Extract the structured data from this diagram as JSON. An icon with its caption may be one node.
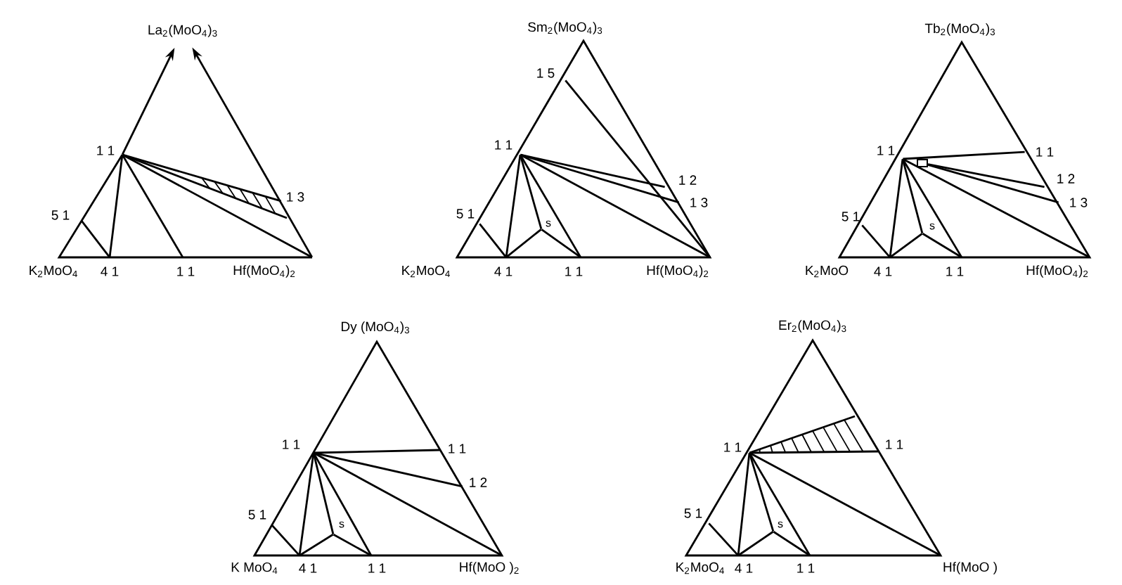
{
  "diagram": {
    "nodes": [
      {
        "text": [
          "La$_{2}$(MoO$_{4}$)$_{3}$"
        ]
      },
      {
        "text": [
          "1 1"
        ]
      },
      {
        "text": [
          "5 1"
        ]
      },
      {
        "text": [
          "1 3"
        ]
      },
      {
        "text": [
          "K$_{2}$MoO$_{4}$"
        ]
      },
      {
        "text": [
          "4 1"
        ]
      },
      {
        "text": [
          "1 1"
        ]
      },
      {
        "text": [
          "Hf(MoO$_{4}$)$_{2}$"
        ]
      },
      {
        "text": [
          "Sm$_{2}$(MoO$_{4}$)$_{3}$"
        ]
      },
      {
        "text": [
          "1 5"
        ]
      },
      {
        "text": [
          "1 1"
        ]
      },
      {
        "text": [
          "1 2"
        ]
      },
      {
        "text": [
          "1 3"
        ]
      },
      {
        "text": [
          "5 1"
        ]
      },
      {
        "text": [
          "s"
        ]
      },
      {
        "text": [
          "K$_{2}$MoO$_{4}$"
        ]
      },
      {
        "text": [
          "4 1"
        ]
      },
      {
        "text": [
          "1 1"
        ]
      },
      {
        "text": [
          "Hf(MoO$_{4}$)$_{2}$"
        ]
      },
      {
        "text": [
          "Tb$_{2}$(MoO$_{4}$)$_{3}$"
        ]
      },
      {
        "text": [
          "1 1"
        ]
      },
      {
        "text": [
          "1 1"
        ]
      },
      {
        "text": [
          "1 2"
        ]
      },
      {
        "text": [
          "1 3"
        ]
      },
      {
        "text": [
          "5 1"
        ]
      },
      {
        "text": [
          "s"
        ]
      },
      {
        "text": [
          "K$_{2}$MoO"
        ]
      },
      {
        "text": [
          "4 1"
        ]
      },
      {
        "text": [
          "1 1"
        ]
      },
      {
        "text": [
          "Hf(MoO$_{4}$)$_{2}$"
        ]
      },
      {
        "text": [
          "Dy (MoO$_{4}$)$_{3}$"
        ]
      },
      {
        "text": [
          "1 1"
        ]
      },
      {
        "text": [
          "1 1"
        ]
      },
      {
        "text": [
          "1 2"
        ]
      },
      {
        "text": [
          "5 1"
        ]
      },
      {
        "text": [
          "s"
        ]
      },
      {
        "text": [
          "K MoO$_{4}$"
        ]
      },
      {
        "text": [
          "4 1"
        ]
      },
      {
        "text": [
          "1 1"
        ]
      },
      {
        "text": [
          "Hf(MoO )$_{2}$"
        ]
      },
      {
        "text": [
          "Er$_{2}$(MoO$_{4}$)$_{3}$"
        ]
      },
      {
        "text": [
          "1 1"
        ]
      },
      {
        "text": [
          "1 1"
        ]
      },
      {
        "text": [
          "5 1"
        ]
      },
      {
        "text": [
          "s"
        ]
      },
      {
        "text": [
          "K$_{2}$MoO$_{4}$"
        ]
      },
      {
        "text": [
          "4 1"
        ]
      },
      {
        "text": [
          "1 1"
        ]
      },
      {
        "text": [
          "Hf(MoO )"
        ]
      },
      {
        "text": [],
        "shape": "box"
      }
    ],
    "edges": [
      {
        "from": 1,
        "to": 0,
        "arrow": "to"
      },
      {
        "from": 7,
        "to": 0,
        "arrow": "to"
      },
      {
        "from": 2,
        "to": 5,
        "arrow": "none"
      },
      {
        "from": 1,
        "to": 5,
        "arrow": "none"
      },
      {
        "from": 1,
        "to": 6,
        "arrow": "none"
      },
      {
        "from": 1,
        "to": 7,
        "arrow": "none"
      },
      {
        "from": 1,
        "to": 3,
        "arrow": "none"
      },
      {
        "from": 13,
        "to": 16,
        "arrow": "none"
      },
      {
        "from": 10,
        "to": 16,
        "arrow": "none"
      },
      {
        "from": 16,
        "to": 14,
        "arrow": "none"
      },
      {
        "from": 14,
        "to": 17,
        "arrow": "none"
      },
      {
        "from": 10,
        "to": 14,
        "arrow": "none"
      },
      {
        "from": 10,
        "to": 17,
        "arrow": "none"
      },
      {
        "from": 10,
        "to": 18,
        "arrow": "none"
      },
      {
        "from": 10,
        "to": 11,
        "arrow": "none"
      },
      {
        "from": 10,
        "to": 12,
        "arrow": "none"
      },
      {
        "from": 9,
        "to": 18,
        "arrow": "none"
      },
      {
        "from": 24,
        "to": 27,
        "arrow": "none"
      },
      {
        "from": 20,
        "to": 27,
        "arrow": "none"
      },
      {
        "from": 27,
        "to": 25,
        "arrow": "none"
      },
      {
        "from": 25,
        "to": 28,
        "arrow": "none"
      },
      {
        "from": 20,
        "to": 25,
        "arrow": "none"
      },
      {
        "from": 20,
        "to": 28,
        "arrow": "none"
      },
      {
        "from": 20,
        "to": 29,
        "arrow": "none"
      },
      {
        "from": 49,
        "to": 22,
        "arrow": "none"
      },
      {
        "from": 49,
        "to": 23,
        "arrow": "none"
      },
      {
        "from": 20,
        "to": 21,
        "arrow": "none"
      },
      {
        "from": 34,
        "to": 37,
        "arrow": "none"
      },
      {
        "from": 31,
        "to": 37,
        "arrow": "none"
      },
      {
        "from": 37,
        "to": 35,
        "arrow": "none"
      },
      {
        "from": 35,
        "to": 38,
        "arrow": "none"
      },
      {
        "from": 31,
        "to": 35,
        "arrow": "none"
      },
      {
        "from": 31,
        "to": 38,
        "arrow": "none"
      },
      {
        "from": 31,
        "to": 39,
        "arrow": "none"
      },
      {
        "from": 31,
        "to": 33,
        "arrow": "none"
      },
      {
        "from": 31,
        "to": 32,
        "arrow": "none"
      },
      {
        "from": 43,
        "to": 46,
        "arrow": "none"
      },
      {
        "from": 41,
        "to": 46,
        "arrow": "none"
      },
      {
        "from": 46,
        "to": 44,
        "arrow": "none"
      },
      {
        "from": 44,
        "to": 47,
        "arrow": "none"
      },
      {
        "from": 41,
        "to": 44,
        "arrow": "none"
      },
      {
        "from": 41,
        "to": 47,
        "arrow": "none"
      },
      {
        "from": 41,
        "to": 48,
        "arrow": "none"
      },
      {
        "from": 41,
        "to": 42,
        "arrow": "none"
      }
    ]
  }
}
